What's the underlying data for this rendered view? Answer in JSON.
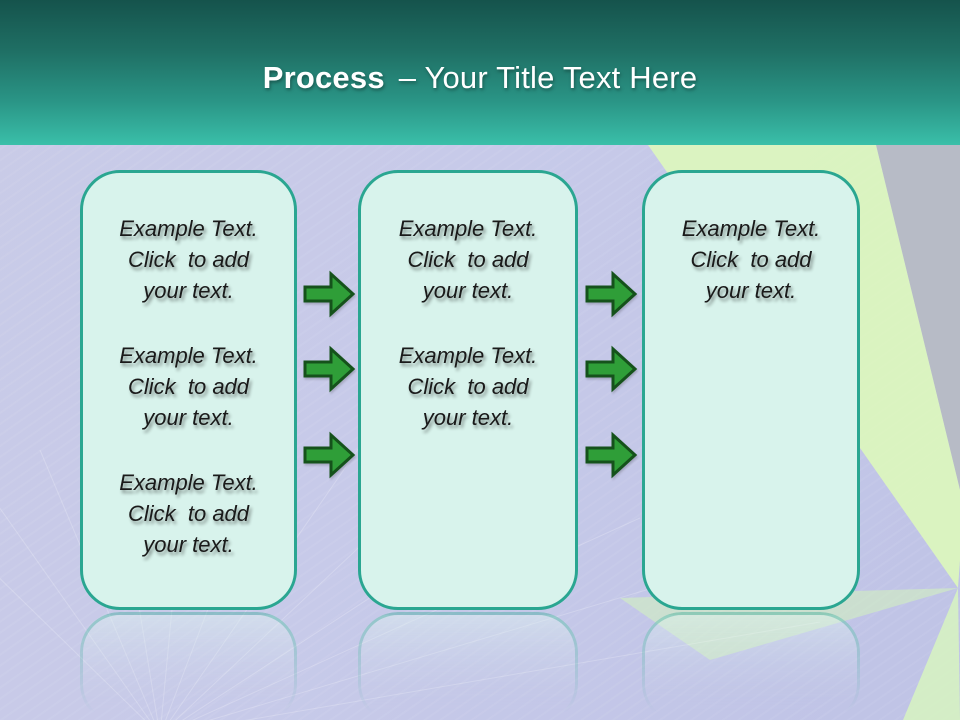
{
  "title": {
    "bold": "Process",
    "rest": "– Your Title Text Here"
  },
  "boxes": [
    {
      "name": "step-1",
      "paragraphs": [
        "Example Text.\nClick  to add\nyour text.",
        "Example Text.\nClick  to add\nyour text.",
        "Example Text.\nClick  to add\nyour text."
      ]
    },
    {
      "name": "step-2",
      "paragraphs": [
        "Example Text.\nClick  to add\nyour text.",
        "Example Text.\nClick  to add\nyour text."
      ]
    },
    {
      "name": "step-3",
      "paragraphs": [
        "Example Text.\nClick  to add\nyour text."
      ]
    }
  ],
  "icons": {
    "arrow": "right-block-arrow"
  },
  "colors": {
    "header_top": "#15534c",
    "header_bottom": "#3abfa9",
    "background": "#c9cbe7",
    "box_fill": "#d8f3ec",
    "box_border": "#2aa691",
    "arrow_fill": "#2f9e38",
    "arrow_border": "#15521b",
    "accent_ray": "#dcf6bd",
    "accent_gray": "#b6bac4",
    "title_color": "#ffffff",
    "text_color": "#1a1a1a"
  }
}
